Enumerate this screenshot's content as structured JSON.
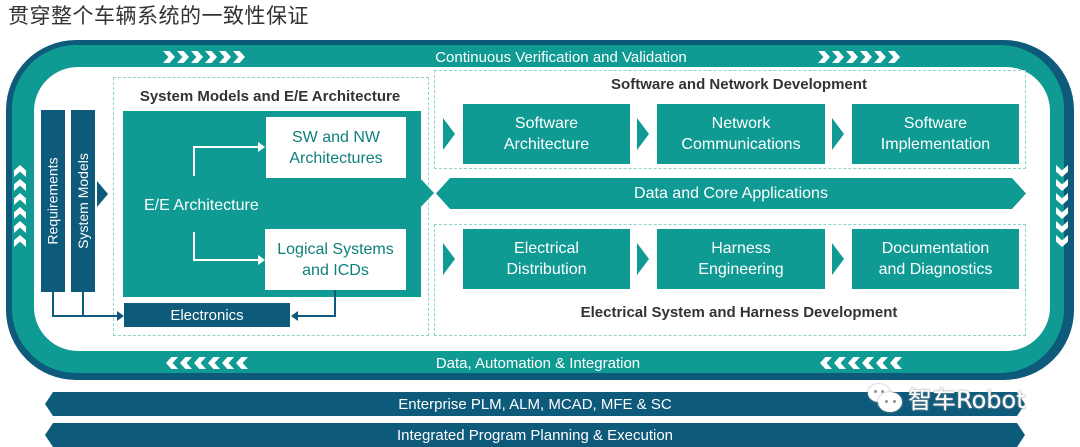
{
  "page": {
    "title": "贯穿整个车辆系统的一致性保证"
  },
  "loop": {
    "top_label": "Continuous Verification and Validation",
    "bottom_label": "Data, Automation & Integration",
    "top_chevrons_direction": "right",
    "bottom_chevrons_direction": "left",
    "left_chevrons_direction": "up",
    "right_chevrons_direction": "down"
  },
  "system_models_panel": {
    "title": "System Models and E/E Architecture",
    "requirements": "Requirements",
    "system_models": "System Models",
    "ee_architecture": "E/E Architecture",
    "sw_nw_box": "SW and NW Architectures",
    "sw_nw_line1": "SW and NW",
    "sw_nw_line2": "Architectures",
    "logical_line1": "Logical Systems",
    "logical_line2": "and ICDs",
    "electronics": "Electronics"
  },
  "software_panel": {
    "title": "Software and Network Development",
    "steps": [
      {
        "line1": "Software",
        "line2": "Architecture"
      },
      {
        "line1": "Network",
        "line2": "Communications"
      },
      {
        "line1": "Software",
        "line2": "Implementation"
      }
    ]
  },
  "data_core": {
    "label": "Data and Core Applications"
  },
  "electrical_panel": {
    "title": "Electrical System and Harness Development",
    "steps": [
      {
        "line1": "Electrical",
        "line2": "Distribution"
      },
      {
        "line1": "Harness",
        "line2": "Engineering"
      },
      {
        "line1": "Documentation",
        "line2": "and Diagnostics"
      }
    ]
  },
  "foundation": {
    "enterprise": "Enterprise PLM, ALM, MCAD, MFE & SC",
    "program": "Integrated Program Planning & Execution"
  },
  "watermark": {
    "text": "智车Robot"
  },
  "colors": {
    "teal": "#0f9a93",
    "navy": "#0e5a7a",
    "dashed_border": "#8fd2cf",
    "title_text": "#333333"
  }
}
